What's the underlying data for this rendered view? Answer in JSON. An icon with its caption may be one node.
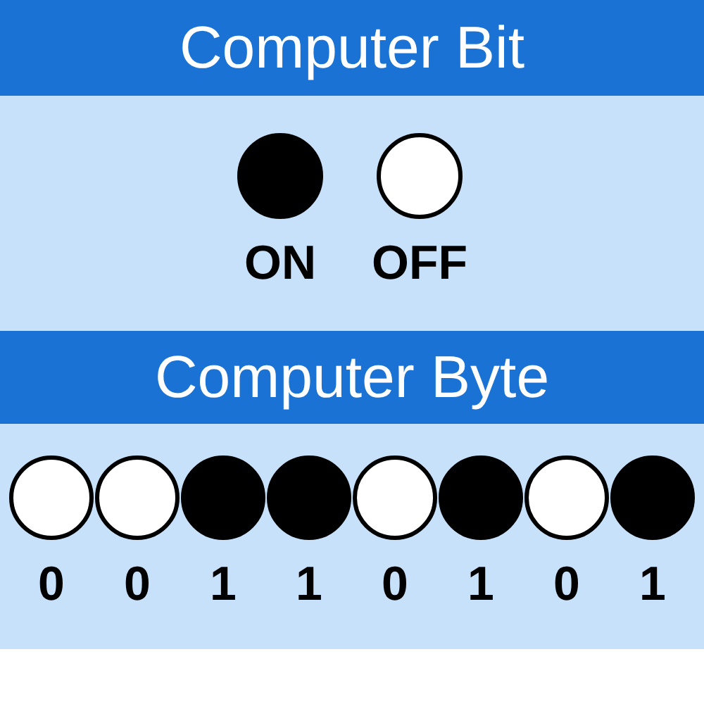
{
  "diagram": {
    "nodes": [
      {
        "text": [
          "Computer Bit"
        ]
      },
      {
        "text": [],
        "shape": "dot",
        "beside": [
          "ON"
        ]
      },
      {
        "text": [],
        "shape": "circle",
        "beside": [
          "OFF"
        ]
      },
      {
        "text": [
          "Computer Byte"
        ]
      },
      {
        "text": [],
        "shape": "circle",
        "beside": [
          "0"
        ]
      },
      {
        "text": [],
        "shape": "circle",
        "beside": [
          "0"
        ]
      },
      {
        "text": [],
        "shape": "dot",
        "beside": [
          "1"
        ]
      },
      {
        "text": [],
        "shape": "dot",
        "beside": [
          "1"
        ]
      },
      {
        "text": [],
        "shape": "circle",
        "beside": [
          "0"
        ]
      },
      {
        "text": [],
        "shape": "dot",
        "beside": [
          "1"
        ]
      },
      {
        "text": [],
        "shape": "circle",
        "beside": [
          "0"
        ]
      },
      {
        "text": [],
        "shape": "dot",
        "beside": [
          "1"
        ]
      }
    ]
  }
}
